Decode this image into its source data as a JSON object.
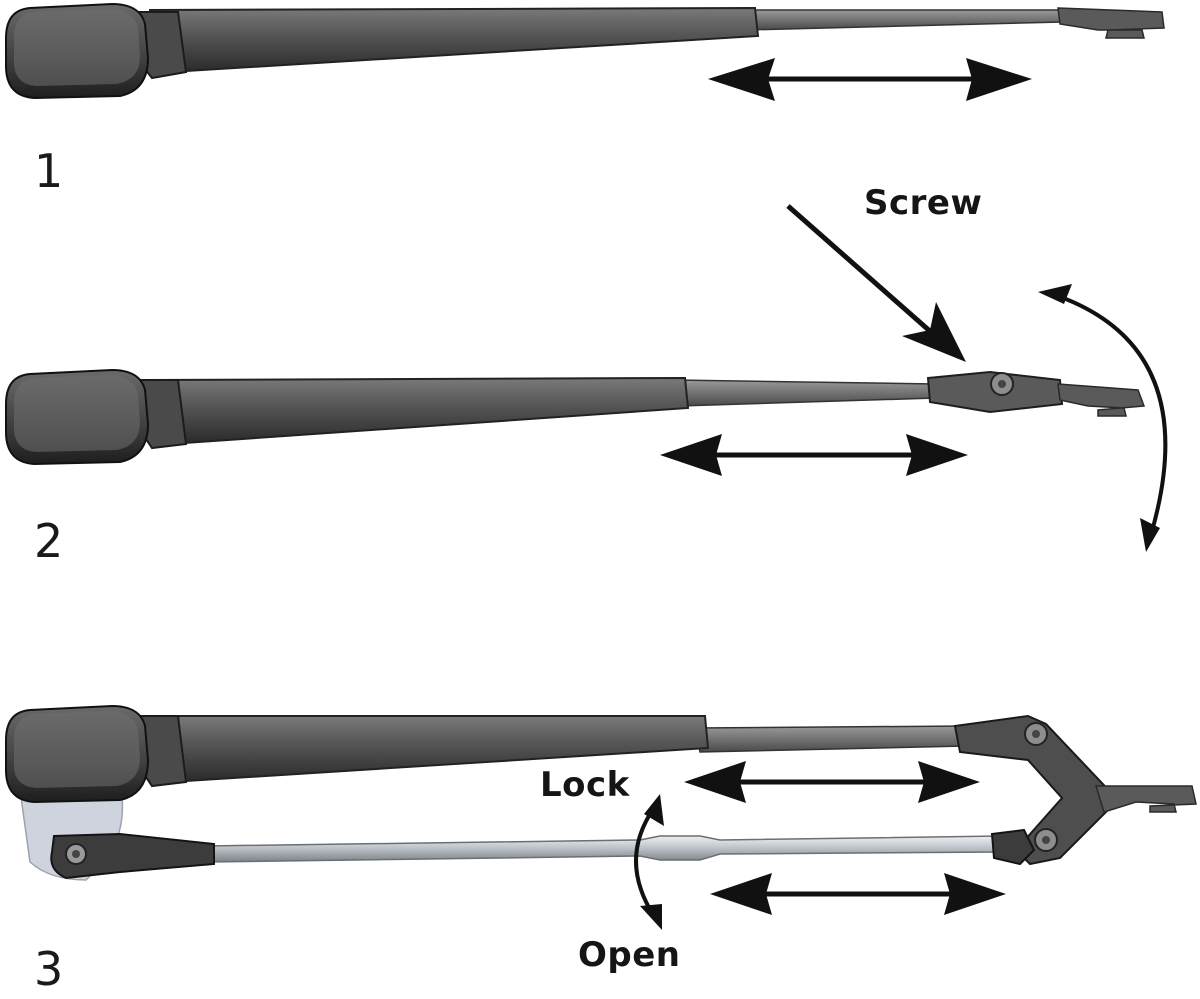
{
  "steps": {
    "step1": {
      "number": "1"
    },
    "step2": {
      "number": "2"
    },
    "step3": {
      "number": "3"
    }
  },
  "labels": {
    "screw": "Screw",
    "lock": "Lock",
    "open": "Open"
  },
  "colors": {
    "arm_dark": "#3a3a3a",
    "arm_mid": "#5a5a5a",
    "arm_light": "#8a8a8a",
    "rod_light": "#c9cdd2",
    "arrow": "#111111"
  }
}
